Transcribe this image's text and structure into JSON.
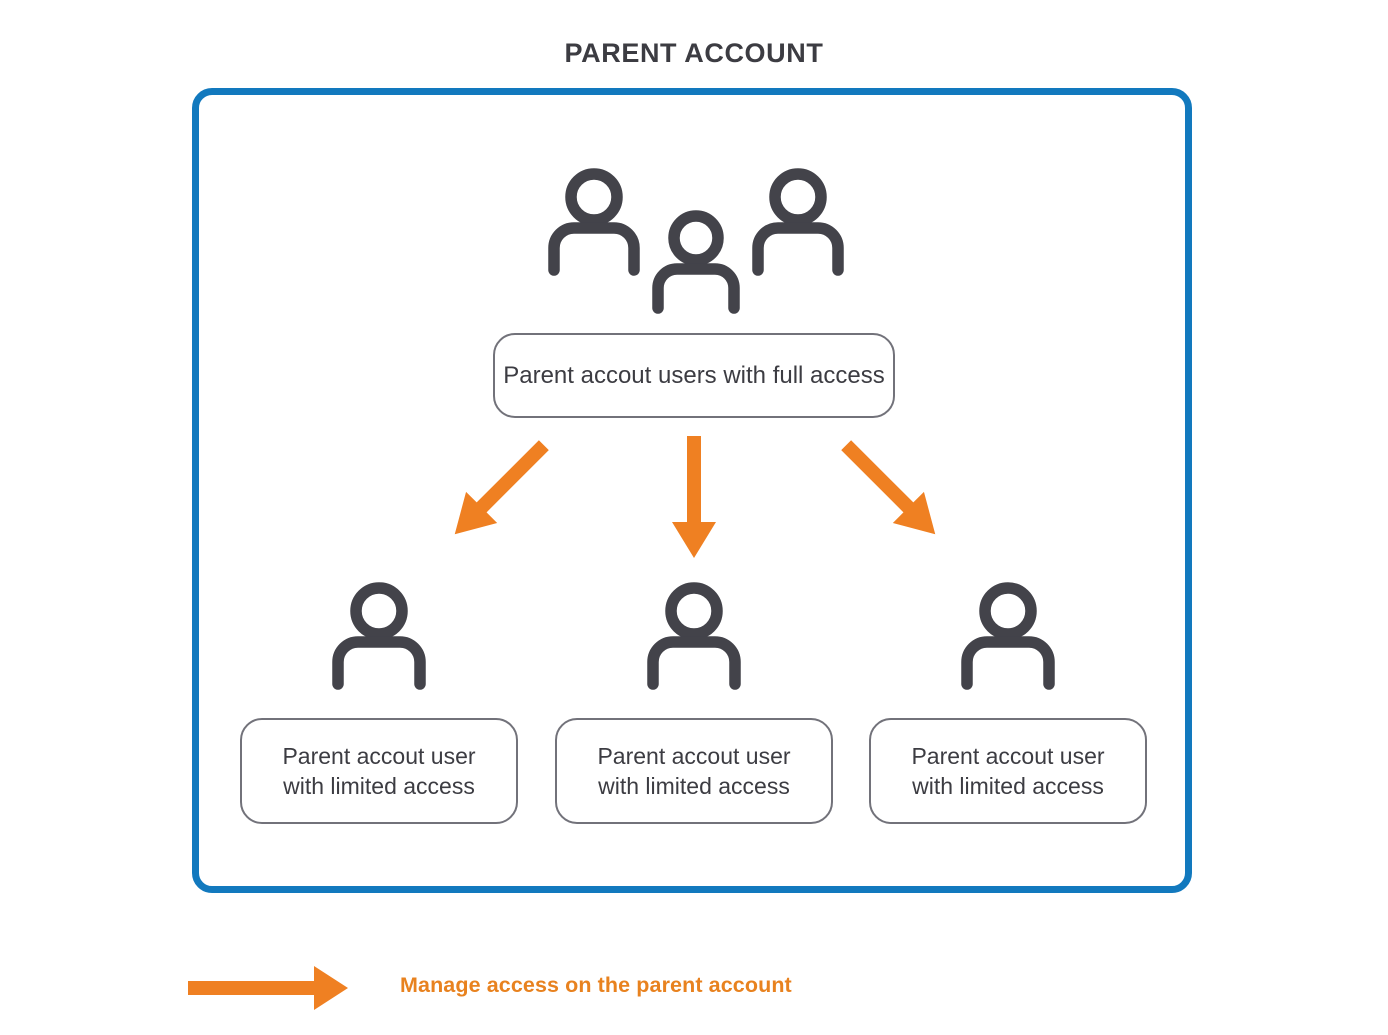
{
  "colors": {
    "frame_blue": "#1279be",
    "arrow_orange": "#ef8022",
    "legend_orange": "#e8821f",
    "icon_gray": "#43434a",
    "box_border_gray": "#72727a",
    "text_dark": "#3c3c42",
    "background": "#ffffff"
  },
  "title": "PARENT ACCOUNT",
  "parent_group": {
    "icon_name": "three-people-icon",
    "label": "Parent accout users with full access"
  },
  "arrows": [
    {
      "name": "arrow-to-child-left",
      "direction": "down-left"
    },
    {
      "name": "arrow-to-child-center",
      "direction": "down"
    },
    {
      "name": "arrow-to-child-right",
      "direction": "down-right"
    }
  ],
  "children": [
    {
      "icon_name": "person-icon",
      "line1": "Parent accout user",
      "line2": "with limited access"
    },
    {
      "icon_name": "person-icon",
      "line1": "Parent accout user",
      "line2": "with limited access"
    },
    {
      "icon_name": "person-icon",
      "line1": "Parent accout user",
      "line2": "with limited access"
    }
  ],
  "legend": {
    "arrow_name": "legend-arrow-right-icon",
    "text": "Manage access on the parent account"
  }
}
